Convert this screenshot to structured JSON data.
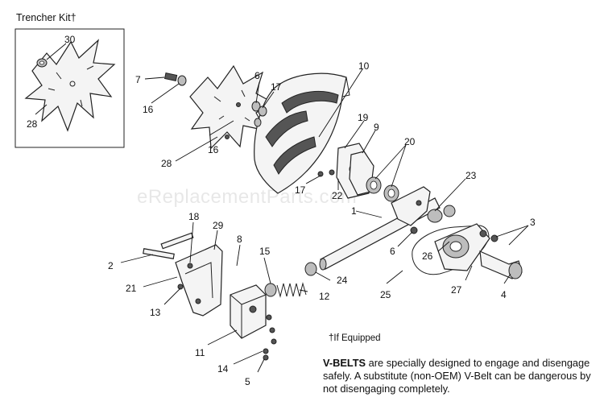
{
  "kit_title": "Trencher Kit†",
  "watermark": "eReplacementParts.com",
  "equipped_note": "†If Equipped",
  "warning": {
    "bold": "V-BELTS",
    "text": " are specially designed to engage and disengage safely. A substitute (non-OEM) V-Belt can be dangerous by not disengaging completely."
  },
  "callouts": {
    "c30": "30",
    "c28_kit": "28",
    "c7": "7",
    "c16_a": "16",
    "c6_a": "6",
    "c17_a": "17",
    "c10": "10",
    "c19": "19",
    "c9": "9",
    "c20": "20",
    "c16_b": "16",
    "c28": "28",
    "c17_b": "17",
    "c22": "22",
    "c23": "23",
    "c1": "1",
    "c3": "3",
    "c18": "18",
    "c29": "29",
    "c8": "8",
    "c15": "15",
    "c2": "2",
    "c21": "21",
    "c6_b": "6",
    "c26": "26",
    "c24": "24",
    "c13": "13",
    "c12": "12",
    "c25": "25",
    "c27": "27",
    "c4": "4",
    "c11": "11",
    "c14": "14",
    "c5": "5"
  }
}
